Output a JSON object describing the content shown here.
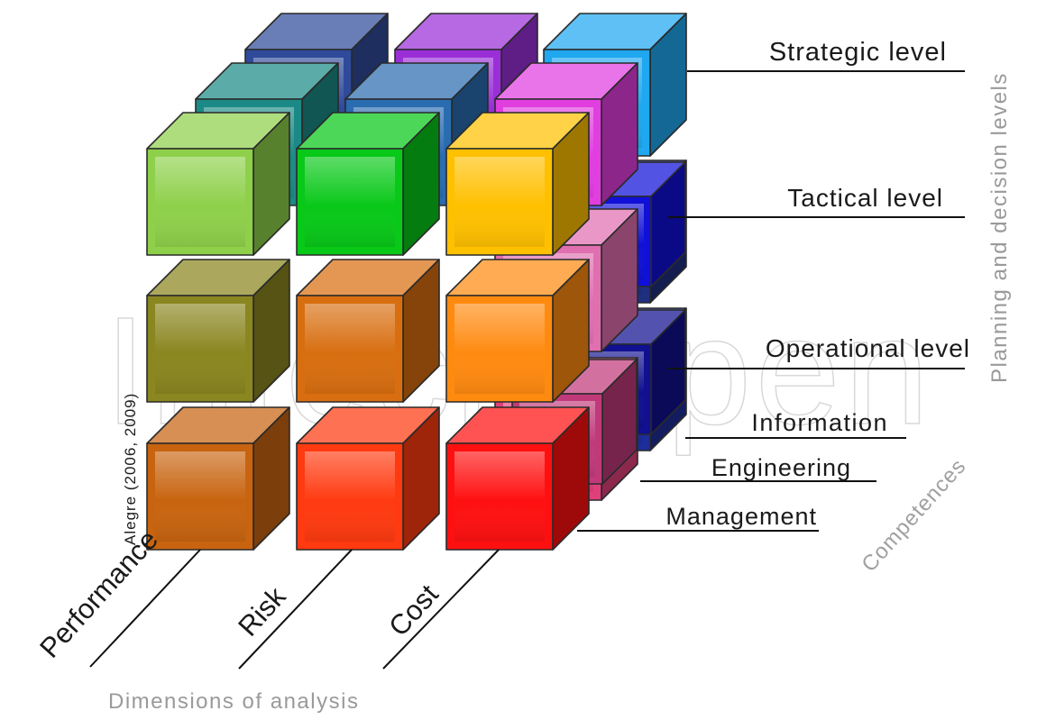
{
  "levels": {
    "strategic": "Strategic level",
    "tactical": "Tactical level",
    "operational": "Operational level",
    "axis_title": "Planning and decision levels"
  },
  "competences": {
    "information": "Information",
    "engineering": "Engineering",
    "management": "Management",
    "axis_title": "Competences"
  },
  "dimensions": {
    "performance": "Performance",
    "risk": "Risk",
    "cost": "Cost",
    "axis_title": "Dimensions of analysis"
  },
  "citation": "Alegre (2006, 2009)",
  "watermark": "IntechOpen",
  "colors": {
    "back": [
      "#2f4a9a",
      "#9a2fd8",
      "#1fa7f0",
      "#1f2f80",
      "#1010d8",
      "#1d2d9a",
      "#101090"
    ],
    "middle": [
      "#1b8a86",
      "#2a6cb0",
      "#e13ee0",
      "#e06fb0",
      "#e0407a",
      "#c03a7a"
    ],
    "front": [
      "#8ed04a",
      "#08c818",
      "#ffc000",
      "#8a8620",
      "#d86e10",
      "#ff8a10",
      "#c86410",
      "#ff3a10",
      "#ff1010"
    ]
  }
}
